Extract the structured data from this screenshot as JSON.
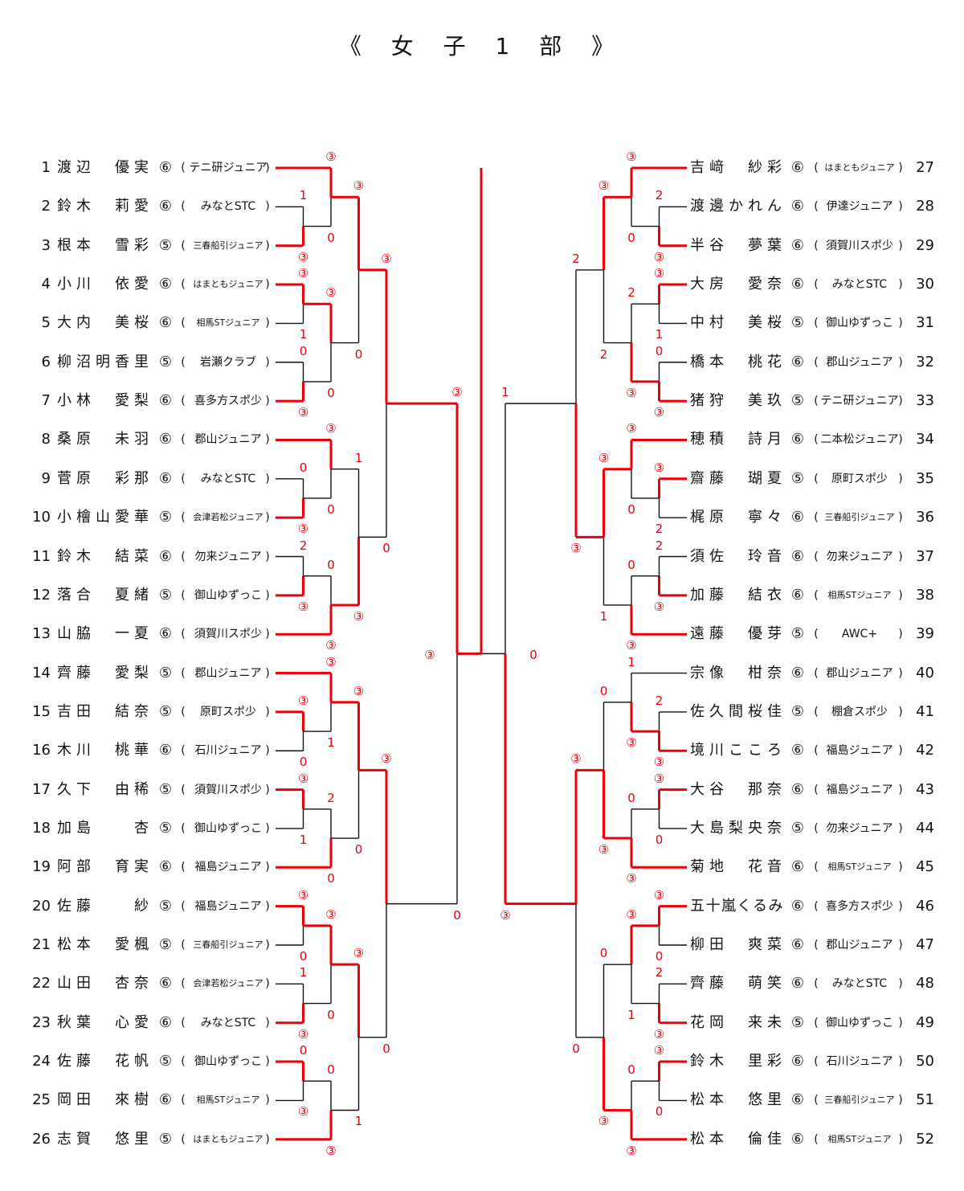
{
  "title": "《 女 子 1 部 》",
  "colors": {
    "win": "#e8000b",
    "line": "#111111"
  },
  "left_entries": [
    {
      "num": "1",
      "name": "渡辺 優実",
      "grade": "⑥",
      "club": "テニ研ジュニア"
    },
    {
      "num": "2",
      "name": "鈴木 莉愛",
      "grade": "⑥",
      "club": "みなとSTC"
    },
    {
      "num": "3",
      "name": "根本 雪彩",
      "grade": "⑤",
      "club": "三春船引ジュニア"
    },
    {
      "num": "4",
      "name": "小川 依愛",
      "grade": "⑥",
      "club": "はまともジュニア"
    },
    {
      "num": "5",
      "name": "大内 美桜",
      "grade": "⑥",
      "club": "相馬STジュニア"
    },
    {
      "num": "6",
      "name": "柳沼明香里",
      "grade": "⑤",
      "club": "岩瀬クラブ"
    },
    {
      "num": "7",
      "name": "小林 愛梨",
      "grade": "⑥",
      "club": "喜多方スポ少"
    },
    {
      "num": "8",
      "name": "桑原 未羽",
      "grade": "⑥",
      "club": "郡山ジュニア"
    },
    {
      "num": "9",
      "name": "菅原 彩那",
      "grade": "⑥",
      "club": "みなとSTC"
    },
    {
      "num": "10",
      "name": "小檜山愛華",
      "grade": "⑤",
      "club": "会津若松ジュニア"
    },
    {
      "num": "11",
      "name": "鈴木 結菜",
      "grade": "⑥",
      "club": "勿来ジュニア"
    },
    {
      "num": "12",
      "name": "落合 夏緒",
      "grade": "⑤",
      "club": "御山ゆずっこ"
    },
    {
      "num": "13",
      "name": "山脇 一夏",
      "grade": "⑥",
      "club": "須賀川スポ少"
    },
    {
      "num": "14",
      "name": "齊藤 愛梨",
      "grade": "⑤",
      "club": "郡山ジュニア"
    },
    {
      "num": "15",
      "name": "吉田 結奈",
      "grade": "⑤",
      "club": "原町スポ少"
    },
    {
      "num": "16",
      "name": "木川 桃華",
      "grade": "⑥",
      "club": "石川ジュニア"
    },
    {
      "num": "17",
      "name": "久下 由稀",
      "grade": "⑤",
      "club": "須賀川スポ少"
    },
    {
      "num": "18",
      "name": "加島 杏",
      "grade": "⑤",
      "club": "御山ゆずっこ"
    },
    {
      "num": "19",
      "name": "阿部 育実",
      "grade": "⑥",
      "club": "福島ジュニア"
    },
    {
      "num": "20",
      "name": "佐藤 紗",
      "grade": "⑤",
      "club": "福島ジュニア"
    },
    {
      "num": "21",
      "name": "松本 愛楓",
      "grade": "⑤",
      "club": "三春船引ジュニア"
    },
    {
      "num": "22",
      "name": "山田 杏奈",
      "grade": "⑥",
      "club": "会津若松ジュニア"
    },
    {
      "num": "23",
      "name": "秋葉 心愛",
      "grade": "⑥",
      "club": "みなとSTC"
    },
    {
      "num": "24",
      "name": "佐藤 花帆",
      "grade": "⑤",
      "club": "御山ゆずっこ"
    },
    {
      "num": "25",
      "name": "岡田 來樹",
      "grade": "⑥",
      "club": "相馬STジュニア"
    },
    {
      "num": "26",
      "name": "志賀 悠里",
      "grade": "⑤",
      "club": "はまともジュニア"
    }
  ],
  "right_entries": [
    {
      "num": "27",
      "name": "吉﨑 紗彩",
      "grade": "⑥",
      "club": "はまともジュニア"
    },
    {
      "num": "28",
      "name": "渡邊かれん",
      "grade": "⑥",
      "club": "伊達ジュニア"
    },
    {
      "num": "29",
      "name": "半谷 夢葉",
      "grade": "⑥",
      "club": "須賀川スポ少"
    },
    {
      "num": "30",
      "name": "大房 愛奈",
      "grade": "⑥",
      "club": "みなとSTC"
    },
    {
      "num": "31",
      "name": "中村 美桜",
      "grade": "⑤",
      "club": "御山ゆずっこ"
    },
    {
      "num": "32",
      "name": "橋本 桃花",
      "grade": "⑥",
      "club": "郡山ジュニア"
    },
    {
      "num": "33",
      "name": "猪狩 美玖",
      "grade": "⑤",
      "club": "テニ研ジュニア"
    },
    {
      "num": "34",
      "name": "穂積 詩月",
      "grade": "⑥",
      "club": "二本松ジュニア"
    },
    {
      "num": "35",
      "name": "齋藤 瑚夏",
      "grade": "⑤",
      "club": "原町スポ少"
    },
    {
      "num": "36",
      "name": "梶原 寧々",
      "grade": "⑥",
      "club": "三春船引ジュニア"
    },
    {
      "num": "37",
      "name": "須佐 玲音",
      "grade": "⑥",
      "club": "勿来ジュニア"
    },
    {
      "num": "38",
      "name": "加藤 結衣",
      "grade": "⑥",
      "club": "相馬STジュニア"
    },
    {
      "num": "39",
      "name": "遠藤 優芽",
      "grade": "⑤",
      "club": "AWC+"
    },
    {
      "num": "40",
      "name": "宗像 柑奈",
      "grade": "⑥",
      "club": "郡山ジュニア"
    },
    {
      "num": "41",
      "name": "佐久間桜佳",
      "grade": "⑤",
      "club": "棚倉スポ少"
    },
    {
      "num": "42",
      "name": "境川こころ",
      "grade": "⑥",
      "club": "福島ジュニア"
    },
    {
      "num": "43",
      "name": "大谷 那奈",
      "grade": "⑥",
      "club": "福島ジュニア"
    },
    {
      "num": "44",
      "name": "大島梨央奈",
      "grade": "⑤",
      "club": "勿来ジュニア"
    },
    {
      "num": "45",
      "name": "菊地 花音",
      "grade": "⑥",
      "club": "相馬STジュニア"
    },
    {
      "num": "46",
      "name": "五十嵐くるみ",
      "grade": "⑥",
      "club": "喜多方スポ少"
    },
    {
      "num": "47",
      "name": "柳田 爽菜",
      "grade": "⑥",
      "club": "郡山ジュニア"
    },
    {
      "num": "48",
      "name": "齊藤 萌笑",
      "grade": "⑥",
      "club": "みなとSTC"
    },
    {
      "num": "49",
      "name": "花岡 来未",
      "grade": "⑤",
      "club": "御山ゆずっこ"
    },
    {
      "num": "50",
      "name": "鈴木 里彩",
      "grade": "⑥",
      "club": "石川ジュニア"
    },
    {
      "num": "51",
      "name": "松本 悠里",
      "grade": "⑥",
      "club": "三春船引ジュニア"
    },
    {
      "num": "52",
      "name": "松本 倫佳",
      "grade": "⑥",
      "club": "相馬STジュニア"
    }
  ],
  "left_matches": [
    {
      "a": "e2",
      "b": "e3",
      "win": "b",
      "sa": "1",
      "sb": "③"
    },
    {
      "a": "e1",
      "b": "m0",
      "win": "a",
      "sa": "③",
      "sb": "0"
    },
    {
      "a": "e4",
      "b": "e5",
      "win": "a",
      "sa": "③",
      "sb": "1"
    },
    {
      "a": "e6",
      "b": "e7",
      "win": "b",
      "sa": "0",
      "sb": "③"
    },
    {
      "a": "m2",
      "b": "m3",
      "win": "a",
      "sa": "③",
      "sb": "0"
    },
    {
      "a": "m1",
      "b": "m4",
      "win": "a",
      "sa": "③",
      "sb": "0"
    },
    {
      "a": "e9",
      "b": "e10",
      "win": "b",
      "sa": "0",
      "sb": "③"
    },
    {
      "a": "e8",
      "b": "m6",
      "win": "a",
      "sa": "③",
      "sb": "0"
    },
    {
      "a": "e11",
      "b": "e12",
      "win": "b",
      "sa": "2",
      "sb": "③"
    },
    {
      "a": "m8",
      "b": "e13",
      "win": "b",
      "sa": "0",
      "sb": "③"
    },
    {
      "a": "m7",
      "b": "m9",
      "win": "b",
      "sa": "1",
      "sb": "③"
    },
    {
      "a": "m5",
      "b": "m10",
      "win": "a",
      "sa": "③",
      "sb": "0"
    },
    {
      "a": "e15",
      "b": "e16",
      "win": "a",
      "sa": "③",
      "sb": "0"
    },
    {
      "a": "e14",
      "b": "m12",
      "win": "a",
      "sa": "③",
      "sb": "1"
    },
    {
      "a": "e17",
      "b": "e18",
      "win": "a",
      "sa": "③",
      "sb": "1"
    },
    {
      "a": "m14",
      "b": "e19",
      "win": "b",
      "sa": "2",
      "sb": "0"
    },
    {
      "a": "m13",
      "b": "m15",
      "win": "a",
      "sa": "③",
      "sb": "0"
    },
    {
      "a": "e20",
      "b": "e21",
      "win": "a",
      "sa": "③",
      "sb": "0"
    },
    {
      "a": "e22",
      "b": "e23",
      "win": "b",
      "sa": "1",
      "sb": "③"
    },
    {
      "a": "m17",
      "b": "m18",
      "win": "a",
      "sa": "③",
      "sb": "0"
    },
    {
      "a": "e24",
      "b": "e25",
      "win": "a",
      "sa": "0",
      "sb": "③"
    },
    {
      "a": "m20",
      "b": "e26",
      "win": "b",
      "sa": "0",
      "sb": "③"
    },
    {
      "a": "m19",
      "b": "m21",
      "win": "a",
      "sa": "③",
      "sb": "1"
    },
    {
      "a": "m16",
      "b": "m22",
      "win": "a",
      "sa": "③",
      "sb": "0"
    },
    {
      "a": "m11",
      "b": "m23",
      "win": "a",
      "sa": "③",
      "sb": "0"
    }
  ],
  "right_matches": [
    {
      "a": "e28",
      "b": "e29",
      "win": "b",
      "sa": "2",
      "sb": "③"
    },
    {
      "a": "e27",
      "b": "m0",
      "win": "a",
      "sa": "③",
      "sb": "0"
    },
    {
      "a": "e30",
      "b": "e31",
      "win": "a",
      "sa": "③",
      "sb": "1"
    },
    {
      "a": "e32",
      "b": "e33",
      "win": "b",
      "sa": "0",
      "sb": "③"
    },
    {
      "a": "m2",
      "b": "m3",
      "win": "b",
      "sa": "2",
      "sb": "③"
    },
    {
      "a": "m1",
      "b": "m4",
      "win": "a",
      "sa": "③",
      "sb": "2"
    },
    {
      "a": "e35",
      "b": "e36",
      "win": "a",
      "sa": "③",
      "sb": "2"
    },
    {
      "a": "e34",
      "b": "m6",
      "win": "a",
      "sa": "③",
      "sb": "0"
    },
    {
      "a": "e37",
      "b": "e38",
      "win": "b",
      "sa": "2",
      "sb": "③"
    },
    {
      "a": "m8",
      "b": "e39",
      "win": "b",
      "sa": "0",
      "sb": "③"
    },
    {
      "a": "m7",
      "b": "m9",
      "win": "a",
      "sa": "③",
      "sb": "1"
    },
    {
      "a": "m5",
      "b": "m10",
      "win": "b",
      "sa": "2",
      "sb": "③"
    },
    {
      "a": "e41",
      "b": "e42",
      "win": "b",
      "sa": "2",
      "sb": "③"
    },
    {
      "a": "e40",
      "b": "m12",
      "win": "b",
      "sa": "1",
      "sb": "③"
    },
    {
      "a": "e43",
      "b": "e44",
      "win": "a",
      "sa": "③",
      "sb": "0"
    },
    {
      "a": "m14",
      "b": "e45",
      "win": "b",
      "sa": "0",
      "sb": "③"
    },
    {
      "a": "m13",
      "b": "m15",
      "win": "b",
      "sa": "0",
      "sb": "③"
    },
    {
      "a": "e46",
      "b": "e47",
      "win": "a",
      "sa": "③",
      "sb": "0"
    },
    {
      "a": "e48",
      "b": "e49",
      "win": "b",
      "sa": "2",
      "sb": "③"
    },
    {
      "a": "m17",
      "b": "m18",
      "win": "a",
      "sa": "③",
      "sb": "1"
    },
    {
      "a": "e50",
      "b": "e51",
      "win": "a",
      "sa": "③",
      "sb": "0"
    },
    {
      "a": "m20",
      "b": "e52",
      "win": "b",
      "sa": "0",
      "sb": "③"
    },
    {
      "a": "m19",
      "b": "m21",
      "win": "b",
      "sa": "0",
      "sb": "③"
    },
    {
      "a": "m16",
      "b": "m22",
      "win": "a",
      "sa": "③",
      "sb": "0"
    },
    {
      "a": "m11",
      "b": "m23",
      "win": "b",
      "sa": "1",
      "sb": "③"
    }
  ],
  "final": {
    "left_score": "③",
    "right_score": "0"
  }
}
